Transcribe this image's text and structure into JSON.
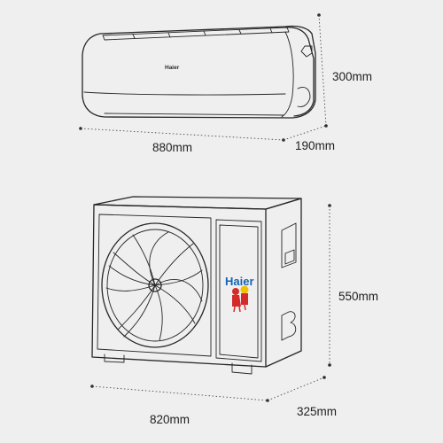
{
  "indoor_unit": {
    "brand": "Haier",
    "dimensions": {
      "width": "880mm",
      "height": "300mm",
      "depth": "190mm"
    }
  },
  "outdoor_unit": {
    "brand": "Haier",
    "dimensions": {
      "width": "820mm",
      "height": "550mm",
      "depth": "325mm"
    }
  },
  "colors": {
    "background": "#efefef",
    "line": "#262626",
    "brand_blue": "#1464b4",
    "mascot_red": "#d42a2a",
    "mascot_yellow": "#f2c200"
  }
}
